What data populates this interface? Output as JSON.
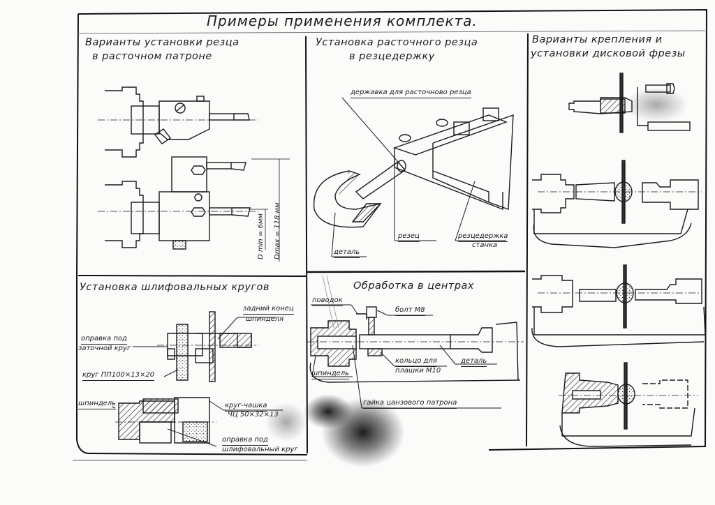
{
  "sheet": {
    "title": "Примеры применения комплекта."
  },
  "sections": [
    {
      "id": "boring-chuck",
      "heading_line1": "Варианты установки резца",
      "heading_line2": "в расточном патроне",
      "labels": {
        "dmin": "D min = 6мм",
        "dmax": "Dmax = 118 мм"
      }
    },
    {
      "id": "tool-holder",
      "heading_line1": "Установка расточного резца",
      "heading_line2": "в резцедержку",
      "labels": {
        "holder": "державка для расточново резца",
        "cutter": "резец",
        "toolpost_line1": "резцедержка",
        "toolpost_line2": "станка",
        "part": "деталь"
      }
    },
    {
      "id": "disk-cutter",
      "heading_line1": "Варианты крепления и",
      "heading_line2": "установки дисковой фрезы"
    },
    {
      "id": "grinding-wheels",
      "heading_line1": "Установка шлифовальных кругов",
      "labels": {
        "spindle_end_line1": "задний конец",
        "spindle_end_line2": "шпинделя",
        "arbor_line1": "оправка под",
        "arbor_line2": "заточной круг",
        "wheel": "круг ПП100×13×20",
        "spindle": "шпиндель",
        "cup_wheel_line1": "круг-чашка",
        "cup_wheel_line2": "ЧЦ 50×32×13",
        "grind_arbor_line1": "оправка под",
        "grind_arbor_line2": "шлифовальный круг"
      }
    },
    {
      "id": "between-centers",
      "heading_line1": "Обработка в центрах",
      "labels": {
        "driver": "поводок",
        "bolt": "болт М8",
        "ring_line1": "кольцо для",
        "ring_line2": "плашки М10",
        "part": "деталь",
        "spindle": "шпиндель",
        "collet_nut": "гайка цанзового патрона"
      }
    }
  ]
}
